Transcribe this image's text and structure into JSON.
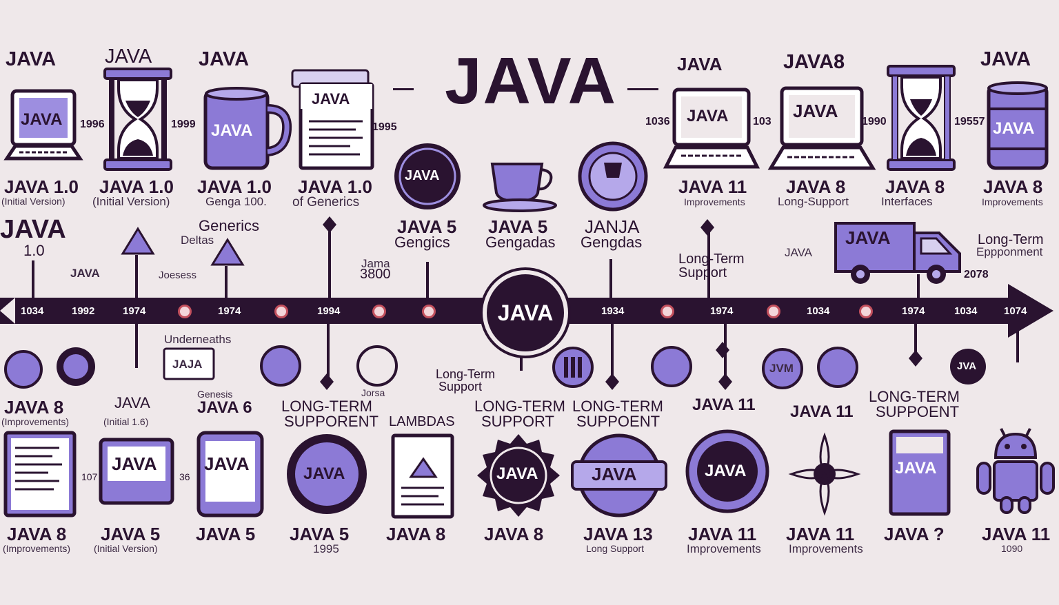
{
  "title": "JAVA",
  "top_headers": [
    "JAVA",
    "JAVA",
    "JAVA",
    "JAVA",
    "JAVA8",
    "JAVA"
  ],
  "icon_words": {
    "laptop1": "JAVA",
    "hour1": "",
    "mug": "JAVA",
    "doc1": "JAVA",
    "seal1": "JAVA",
    "laptop2": "JAVA",
    "laptop3": "JAVA",
    "barrel": "JAVA",
    "truck": "JAVA",
    "center": "JAVA",
    "b_seal1": "JAVA",
    "b_seal2": "JAVA",
    "b_seal3": "JAVA",
    "b_seal4": "JAVA",
    "b_tab1": "JAVA",
    "b_tab2": "JAVA",
    "b_tab3": "JAVA",
    "b_small": "JVA",
    "b_jvm": "JVM",
    "b_win": "JAJA"
  },
  "side_years": [
    "1996",
    "1999",
    "1995",
    "1036",
    "103",
    "1990",
    "19557"
  ],
  "row1_labels": [
    {
      "main": "JAVA 1.0",
      "sub": "(Initial Version)"
    },
    {
      "main": "JAVA 1.0",
      "sub": "(Initial Version)"
    },
    {
      "main": "JAVA 1.0",
      "sub": "Genga 100."
    },
    {
      "main": "JAVA 1.0",
      "sub": "of Generics"
    },
    {
      "main": "JAVA 5",
      "sub": "Gengics"
    },
    {
      "main": "JAVA 5",
      "sub": "Gengadas"
    },
    {
      "main": "JANJA",
      "sub": "Gengdas"
    },
    {
      "main": "JAVA 11",
      "sub": "Improvements"
    },
    {
      "main": "JAVA 8",
      "sub": "Long-Support"
    },
    {
      "main": "JAVA 8",
      "sub": "Interfaces"
    },
    {
      "main": "JAVA 8",
      "sub": "Improvements"
    }
  ],
  "middle_labels": {
    "left_big": "JAVA",
    "left_big_sub": "1.0",
    "java_small": "JAVA",
    "generics": "Generics",
    "deltas": "Deltas",
    "joesess": "Joesess",
    "jama": "Jama",
    "jama_year": "3800",
    "long_term_upper": "Long-Term",
    "support_upper": "Support",
    "java_van": "JAVA",
    "long_term_right": "Long-Term",
    "support_right": "Eppponment",
    "year_right": "2078",
    "underneath": "Underneaths",
    "long_term_lower": "Long-Term",
    "support_lower": "Support",
    "jorsa": "Jorsa"
  },
  "timeline_years": [
    "1034",
    "1992",
    "1974",
    "1974",
    "1994",
    "1934",
    "1974",
    "1034",
    "1974",
    "1034",
    "1074"
  ],
  "row2_labels": [
    {
      "main": "JAVA 8",
      "sub": "(Improvements)"
    },
    {
      "main": "JAVA",
      "sub": "(Initial 1.6)"
    },
    {
      "main": "JAVA 6",
      "sub": "Genesis"
    },
    {
      "main": "LONG-TERM",
      "sub": "SUPPORENT"
    },
    {
      "main": "LAMBDAS",
      "sub": ""
    },
    {
      "main": "LONG-TERM",
      "sub": "SUPPORT"
    },
    {
      "main": "LONG-TERM",
      "sub": "SUPPOENT"
    },
    {
      "main": "JAVA 11",
      "sub": ""
    },
    {
      "main": "JAVA 11",
      "sub": ""
    },
    {
      "main": "LONG-TERM",
      "sub": "SUPPOENT"
    }
  ],
  "bottom_labels": [
    {
      "main": "JAVA 8",
      "sub": "(Improvements)"
    },
    {
      "main": "JAVA 5",
      "sub": "(Initial Version)"
    },
    {
      "main": "JAVA 5",
      "sub": ""
    },
    {
      "main": "JAVA 5",
      "sub": "1995"
    },
    {
      "main": "JAVA 8",
      "sub": ""
    },
    {
      "main": "JAVA 8",
      "sub": ""
    },
    {
      "main": "JAVA 13",
      "sub": "Long Support"
    },
    {
      "main": "JAVA 11",
      "sub": "Improvements"
    },
    {
      "main": "JAVA 11",
      "sub": "Improvements"
    },
    {
      "main": "JAVA ?",
      "sub": ""
    },
    {
      "main": "JAVA 11",
      "sub": "1090"
    }
  ],
  "bottom_years": [
    "107",
    "36"
  ],
  "colors": {
    "ink": "#2a1330",
    "purple": "#8c7ad6",
    "purple_dark": "#6a58b8",
    "accent": "#c2505d",
    "bg": "#efe8ea"
  }
}
